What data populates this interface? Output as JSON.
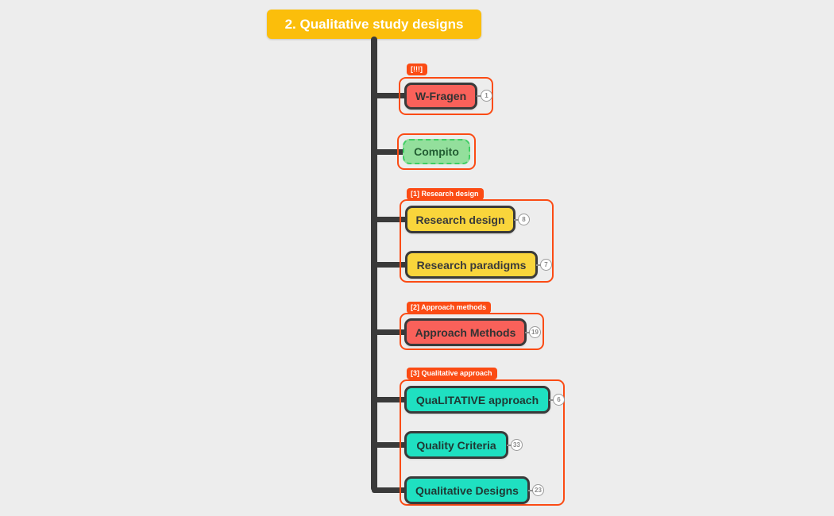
{
  "canvas": {
    "background": "#EDEDED",
    "connector_color": "#3A3A3A"
  },
  "root_node": {
    "label": "2. Qualitative study designs",
    "fill": "#FBBE0B",
    "text_color": "#FFFFFF"
  },
  "style": {
    "boundary_color": "#FB4B14",
    "node_border_color": "#3A3A3A",
    "badge_border_color": "#9A9A9A",
    "badge_text_color": "#8A8A8A"
  },
  "branches": [
    {
      "tag": "[!!!]",
      "nodes": [
        {
          "label": "W-Fragen",
          "badge": "1",
          "fill": "#F9615A",
          "text_color": "#333333"
        }
      ]
    },
    {
      "tag": "",
      "nodes": [
        {
          "label": "Compito",
          "fill": "#93DF9C",
          "text_color": "#235E33",
          "border_color": "#3FCE63"
        }
      ]
    },
    {
      "tag": "[1] Research design",
      "nodes": [
        {
          "label": "Research design",
          "badge": "8",
          "fill": "#F9D53B",
          "text_color": "#3A3A3A"
        },
        {
          "label": "Research paradigms",
          "badge": "7",
          "fill": "#F9D53B",
          "text_color": "#3A3A3A"
        }
      ]
    },
    {
      "tag": "[2] Approach methods",
      "nodes": [
        {
          "label": "Approach Methods",
          "badge": "19",
          "fill": "#F9615A",
          "text_color": "#333333"
        }
      ]
    },
    {
      "tag": "[3] Qualitative approach",
      "nodes": [
        {
          "label": "QuaLITATIVE approach",
          "badge": "6",
          "fill": "#1FE0C1",
          "text_color": "#1F3833"
        },
        {
          "label": "Quality Criteria",
          "badge": "33",
          "fill": "#1FE0C1",
          "text_color": "#1F3833"
        },
        {
          "label": "Qualitative Designs",
          "badge": "23",
          "fill": "#1FE0C1",
          "text_color": "#1F3833"
        }
      ]
    }
  ]
}
